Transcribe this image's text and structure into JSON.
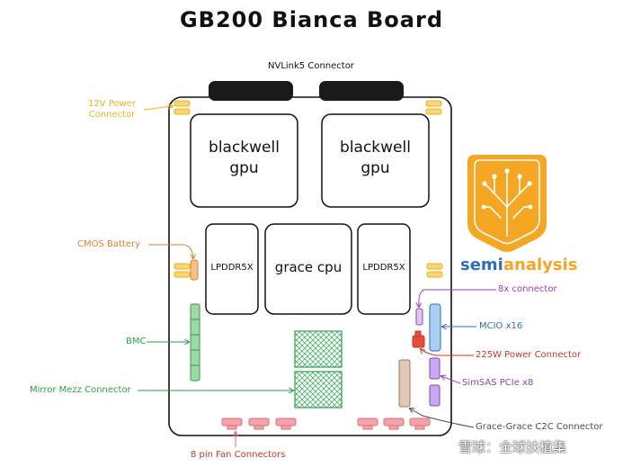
{
  "title": "GB200 Bianca Board",
  "components": {
    "gpu_left": "blackwell\ngpu",
    "gpu_right": "blackwell\ngpu",
    "lpddr_left": "LPDDR5X",
    "lpddr_right": "LPDDR5X",
    "cpu": "grace cpu"
  },
  "labels": {
    "nvlink": "NVLink5 Connector",
    "power12v": "12V Power\nConnector",
    "cmos": "CMOS Battery",
    "bmc": "BMC",
    "mirror": "Mirror Mezz Connector",
    "fan": "8 pin Fan Connectors",
    "conn8x": "8x connector",
    "mcio": "MCIO x16",
    "power225": "225W Power Connector",
    "simsas": "SimSAS PCIe x8",
    "c2c": "Grace-Grace C2C Connector"
  },
  "logo": {
    "text_semi": "semi",
    "text_analysis": "analysis"
  },
  "watermark": "雪球：全球扶植集",
  "colors": {
    "yellow": "#e6b422",
    "orange": "#d9822b",
    "green": "#2e9e4f",
    "purple": "#8e44ad",
    "blue": "#2e6fb5",
    "red": "#c0392b",
    "tan": "#a0785a",
    "pink": "#d9727a",
    "dark": "#4a4a4a"
  }
}
